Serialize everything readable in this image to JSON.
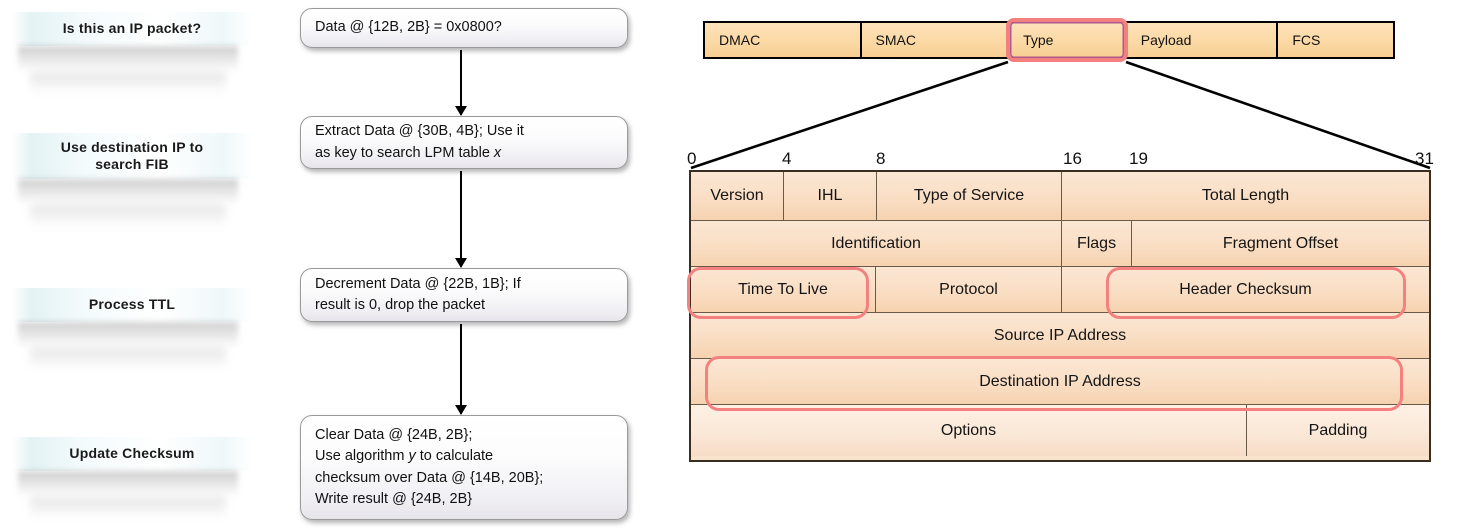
{
  "flow": {
    "stages": [
      {
        "label": "Is this an IP packet?"
      },
      {
        "label": "Use destination IP to\nsearch FIB"
      },
      {
        "label": "Process TTL"
      },
      {
        "label": "Update Checksum"
      }
    ],
    "steps": [
      {
        "lines": [
          "Data @ {12B, 2B} = 0x0800?"
        ]
      },
      {
        "lines": [
          "Extract Data @ {30B, 4B};     Use it",
          "as key to search LPM table x"
        ]
      },
      {
        "lines": [
          "Decrement Data @ {22B, 1B};  If",
          "result is 0, drop the packet"
        ]
      },
      {
        "lines": [
          "Clear Data @ {24B, 2B};",
          "Use algorithm y to calculate",
          "checksum over Data @ {14B, 20B};",
          "Write result @ {24B, 2B}"
        ]
      }
    ]
  },
  "ethernet": {
    "cells": [
      {
        "label": "DMAC"
      },
      {
        "label": "SMAC"
      },
      {
        "label": "Type",
        "highlighted": true
      },
      {
        "label": "Payload"
      },
      {
        "label": "FCS"
      }
    ]
  },
  "ip_header": {
    "bit_ruler": [
      "0",
      "4",
      "8",
      "16",
      "19",
      "31"
    ],
    "rows": [
      {
        "cells": [
          {
            "label": "Version"
          },
          {
            "label": "IHL"
          },
          {
            "label": "Type of Service"
          },
          {
            "label": "Total Length"
          }
        ]
      },
      {
        "cells": [
          {
            "label": "Identification"
          },
          {
            "label": "Flags"
          },
          {
            "label": "Fragment Offset"
          }
        ]
      },
      {
        "cells": [
          {
            "label": "Time To Live",
            "highlighted": true
          },
          {
            "label": "Protocol"
          },
          {
            "label": "Header Checksum",
            "highlighted": true
          }
        ]
      },
      {
        "cells": [
          {
            "label": "Source IP Address"
          }
        ]
      },
      {
        "cells": [
          {
            "label": "Destination IP Address",
            "highlighted": true
          }
        ]
      },
      {
        "cells": [
          {
            "label": "Options"
          },
          {
            "label": "Padding"
          }
        ]
      }
    ]
  },
  "colors": {
    "ethernet_fill": "#fbd9a5",
    "ip_fill": "#f9ddc2",
    "highlight_ring": "#f4817f",
    "banner_tint": "#e3f2f4",
    "line": "#000000"
  }
}
